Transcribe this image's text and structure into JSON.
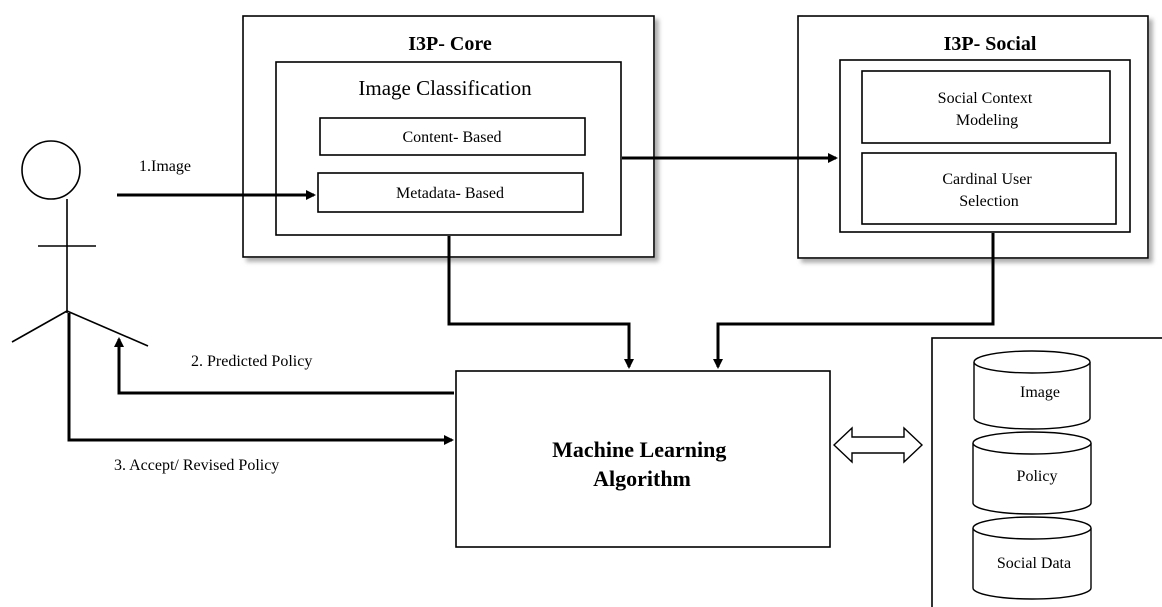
{
  "core": {
    "title": "I3P- Core",
    "classification_title": "Image Classification",
    "content_based": "Content- Based",
    "metadata_based": "Metadata- Based"
  },
  "social": {
    "title": "I3P- Social",
    "context_modeling": [
      "Social Context",
      "Modeling"
    ],
    "cardinal_user": [
      "Cardinal User",
      "Selection"
    ]
  },
  "flows": {
    "image": "1.Image",
    "predicted_policy": "2. Predicted Policy",
    "accept_revised": "3. Accept/ Revised Policy"
  },
  "ml": {
    "label": [
      "Machine Learning",
      "Algorithm"
    ]
  },
  "databases": [
    "Image",
    "Policy",
    "Social Data"
  ]
}
